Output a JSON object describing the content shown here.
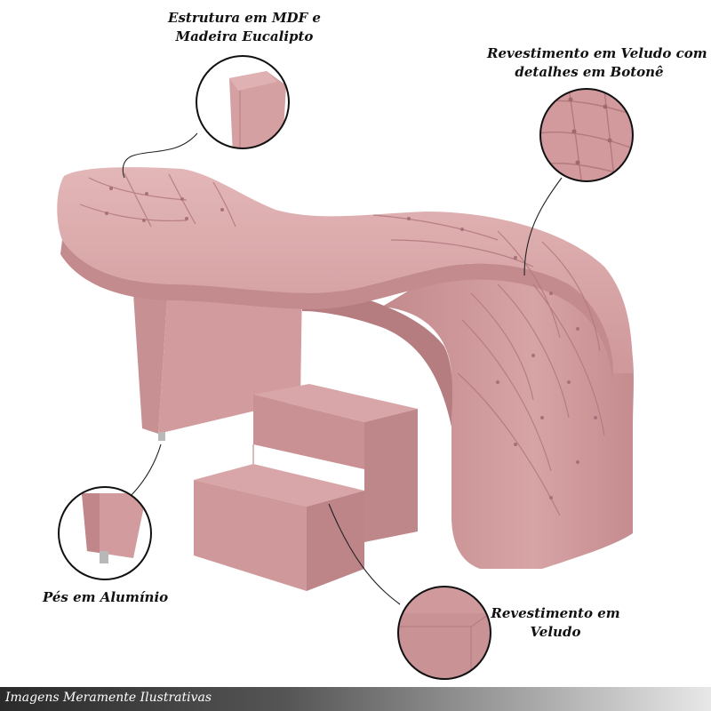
{
  "callouts": {
    "estrutura": "Estrutura em MDF e Madeira Eucalipto",
    "estrutura_line1": "Estrutura em MDF e",
    "estrutura_line2": "Madeira Eucalipto",
    "revestimento_botone_line1": "Revestimento em Veludo com",
    "revestimento_botone_line2": "detalhes em Botonê",
    "pes": "Pés em Alumínio",
    "revestimento_veludo_line1": "Revestimento em",
    "revestimento_veludo_line2": "Veludo"
  },
  "footer": {
    "text": "Imagens Meramente Ilustrativas"
  },
  "colors": {
    "upholstery": "#d29a9c",
    "upholstery_dark": "#b27c7f",
    "upholstery_light": "#e4b7b8",
    "metal": "#b8b8b8"
  }
}
